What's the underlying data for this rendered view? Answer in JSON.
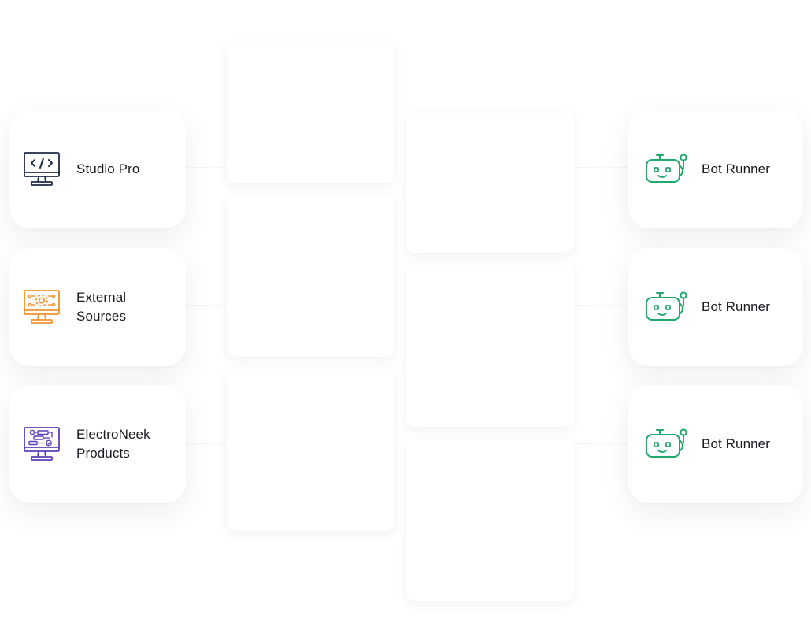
{
  "colors": {
    "studio_icon": "#1f2a44",
    "external_icon": "#f0922b",
    "electroneek_icon": "#5b3fb8",
    "bot_icon": "#1faa6b"
  },
  "sources": [
    {
      "label": "Studio Pro",
      "icon": "code-monitor-icon"
    },
    {
      "label": "External Sources",
      "icon": "gear-monitor-icon"
    },
    {
      "label": "ElectroNeek Products",
      "icon": "workflow-monitor-icon"
    }
  ],
  "runners": [
    {
      "label": "Bot Runner",
      "icon": "robot-icon"
    },
    {
      "label": "Bot Runner",
      "icon": "robot-icon"
    },
    {
      "label": "Bot Runner",
      "icon": "robot-icon"
    }
  ]
}
